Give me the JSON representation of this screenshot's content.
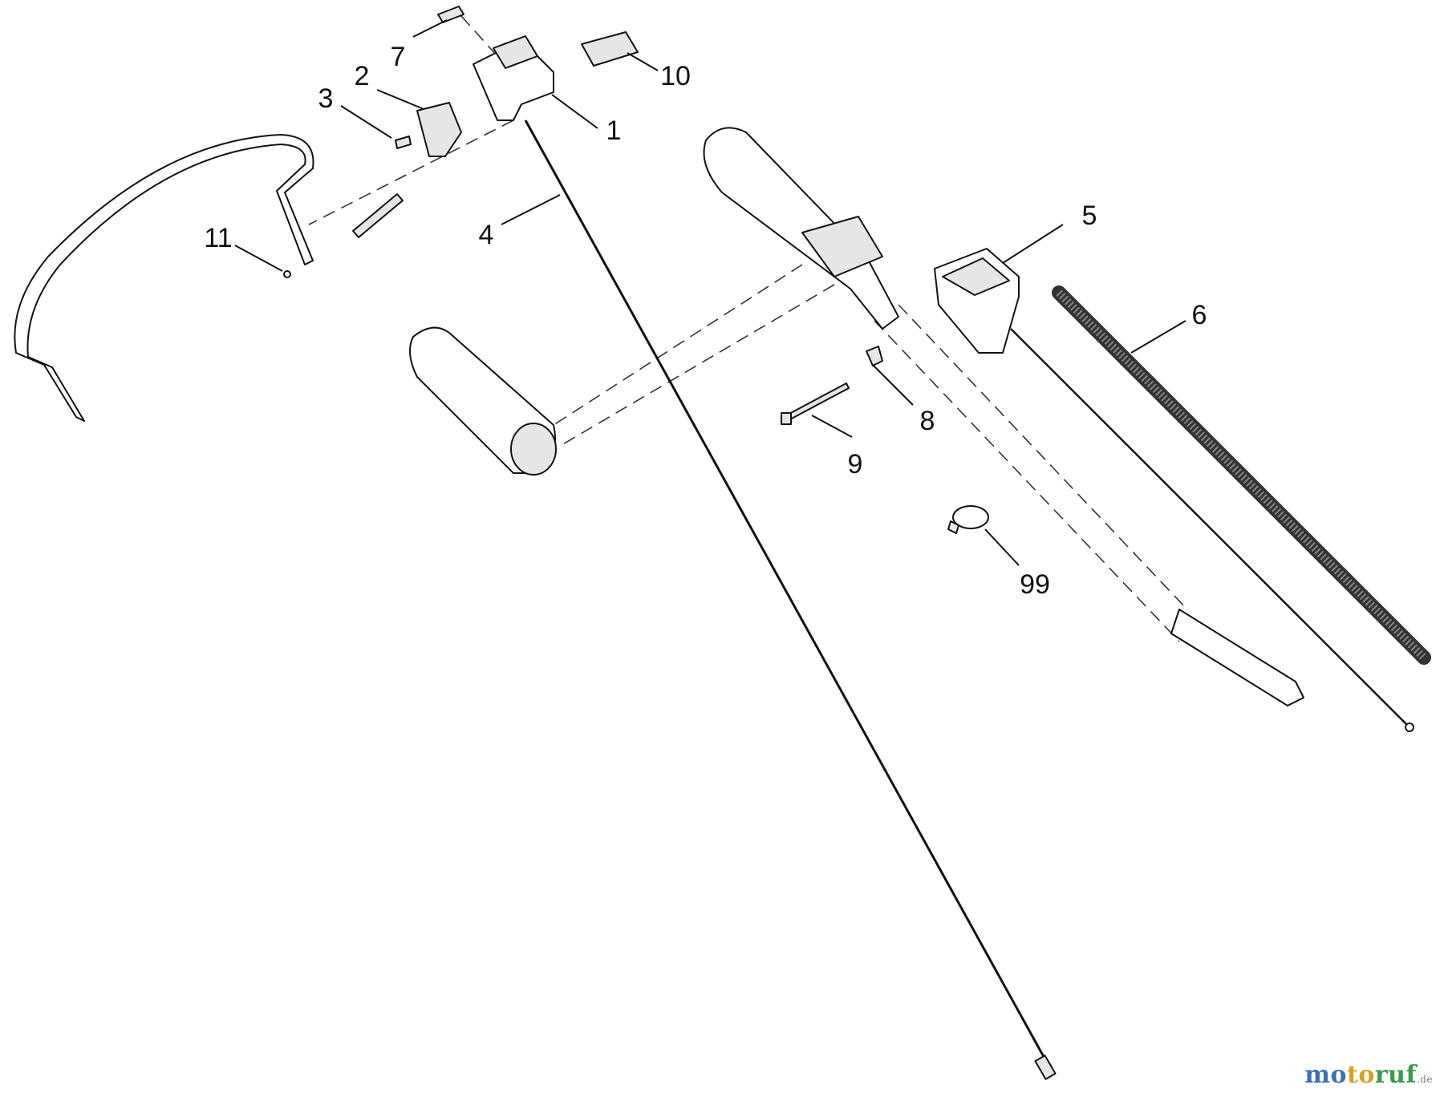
{
  "callouts": [
    {
      "id": "1",
      "label": "1"
    },
    {
      "id": "2",
      "label": "2"
    },
    {
      "id": "3",
      "label": "3"
    },
    {
      "id": "4",
      "label": "4"
    },
    {
      "id": "5",
      "label": "5"
    },
    {
      "id": "6",
      "label": "6"
    },
    {
      "id": "7",
      "label": "7"
    },
    {
      "id": "8",
      "label": "8"
    },
    {
      "id": "9",
      "label": "9"
    },
    {
      "id": "10",
      "label": "10"
    },
    {
      "id": "11",
      "label": "11"
    },
    {
      "id": "99",
      "label": "99"
    }
  ],
  "watermark": {
    "part1": "mo",
    "part2": "to",
    "part3": "ruf",
    "suffix": ".de"
  }
}
